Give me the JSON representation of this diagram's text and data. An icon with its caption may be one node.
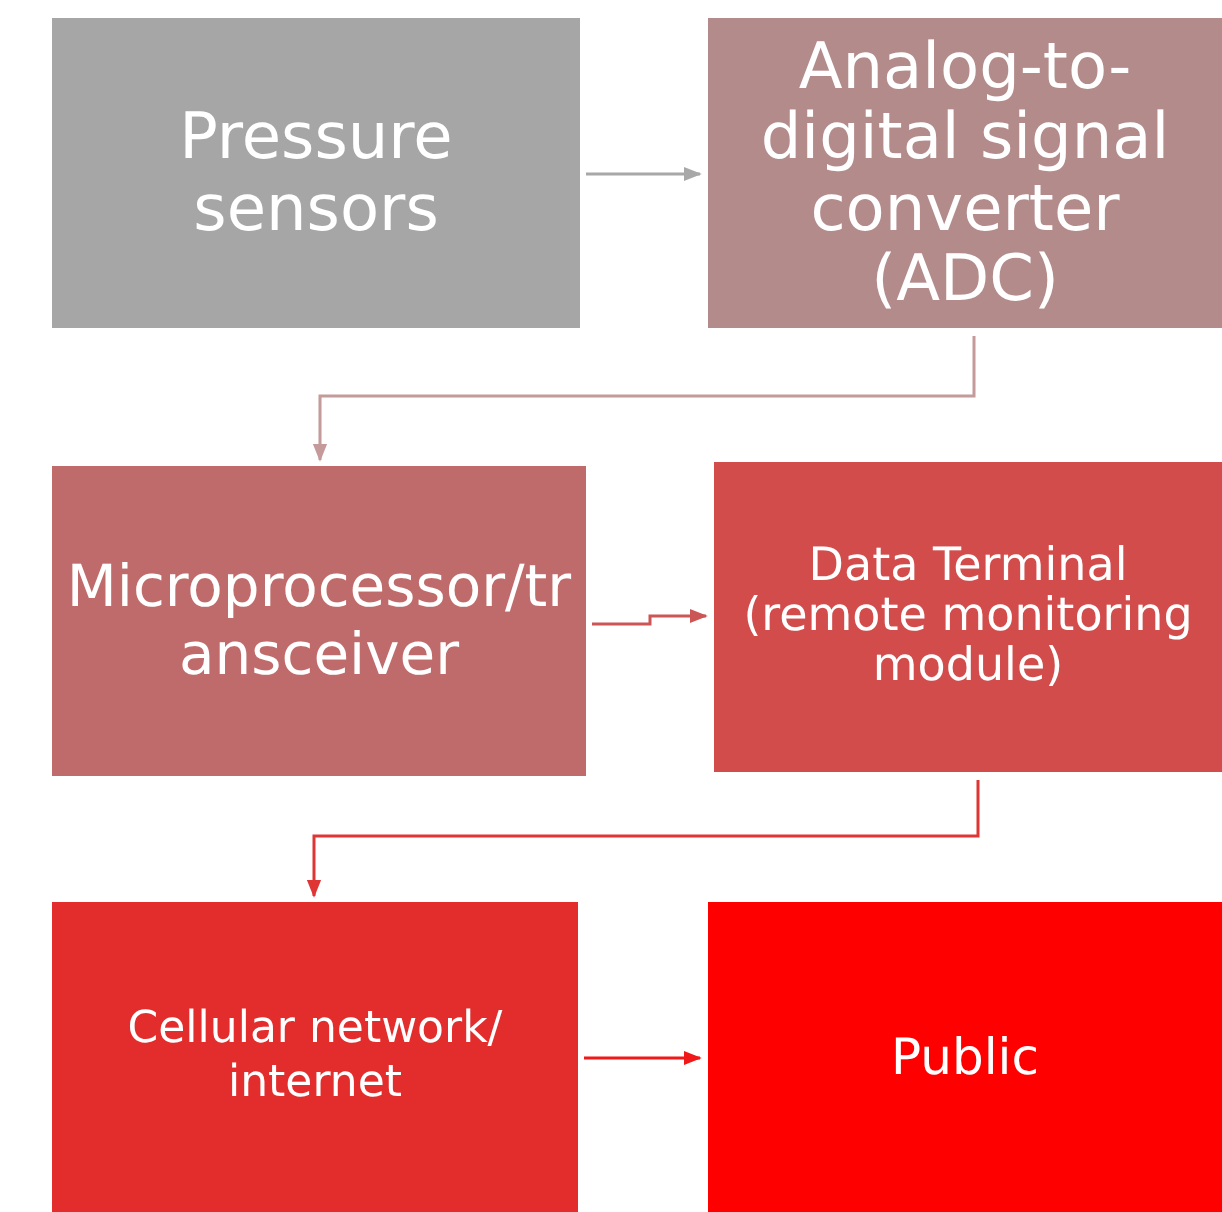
{
  "diagram": {
    "nodes": [
      {
        "text": [
          "Pressure sensors"
        ]
      },
      {
        "text": [
          "Analog-to-digital signal converter (ADC)"
        ]
      },
      {
        "text": [
          "Microprocessor/transceiver"
        ]
      },
      {
        "text": [
          "Data Terminal (remote monitoring module)"
        ]
      },
      {
        "text": [
          "Cellular network/ internet"
        ]
      },
      {
        "text": [
          "Public"
        ]
      }
    ],
    "edges": [
      {
        "from": 0,
        "to": 1,
        "arrow": "to",
        "color": "#a8a8a8"
      },
      {
        "from": 1,
        "to": 2,
        "arrow": "to",
        "color": "#c49a9a"
      },
      {
        "from": 2,
        "to": 3,
        "arrow": "to",
        "color": "#cc5555"
      },
      {
        "from": 3,
        "to": 4,
        "arrow": "to",
        "color": "#e03535"
      },
      {
        "from": 4,
        "to": 5,
        "arrow": "to",
        "color": "#f01818"
      }
    ]
  }
}
